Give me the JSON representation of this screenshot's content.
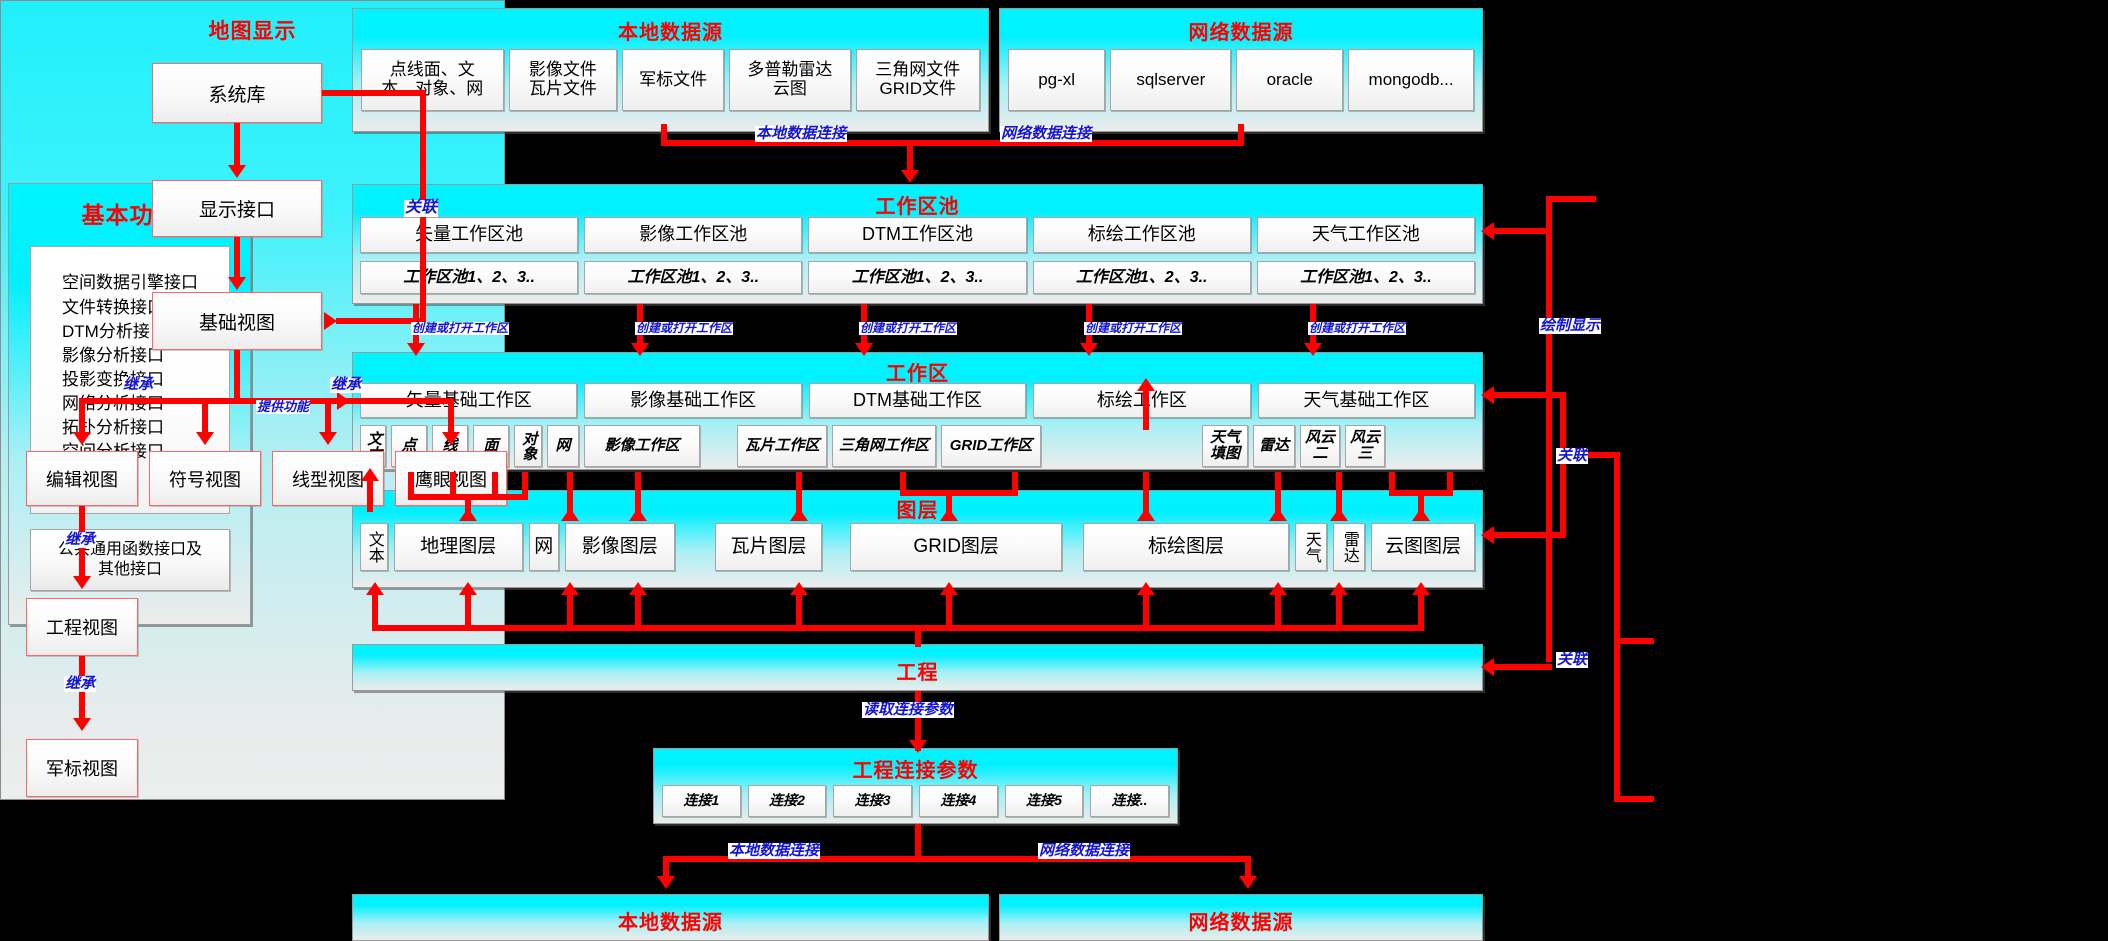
{
  "basic_functions": {
    "title": "基本功能",
    "interfaces": [
      "空间数据引擎接口",
      "文件转换接口",
      "DTM分析接口",
      "影像分析接口",
      "投影变换接口",
      "网络分析接口",
      "拓扑分析接口",
      "空间分析接口",
      "…………"
    ],
    "interfaces_text": "空间数据引擎接口\n文件转换接口\nDTM分析接口\n影像分析接口\n投影变换接口\n网络分析接口\n拓扑分析接口\n空间分析接口\n…………",
    "common_box": "公共通用函数接口及\n其他接口"
  },
  "local_source_top": {
    "title": "本地数据源",
    "items": [
      "点线面、文\n本、对象、网",
      "影像文件\n瓦片文件",
      "军标文件",
      "多普勒雷达\n云图",
      "三角网文件\nGRID文件"
    ]
  },
  "network_source_top": {
    "title": "网络数据源",
    "items": [
      "pg-xl",
      "sqlserver",
      "oracle",
      "mongodb..."
    ]
  },
  "workspace_pool": {
    "title": "工作区池",
    "pools": [
      "矢量工作区池",
      "影像工作区池",
      "DTM工作区池",
      "标绘工作区池",
      "天气工作区池"
    ],
    "instances": [
      "工作区池1、2、3..",
      "工作区池1、2、3..",
      "工作区池1、2、3..",
      "工作区池1、2、3..",
      "工作区池1、2、3.."
    ]
  },
  "workspace": {
    "title": "工作区",
    "bases": [
      "矢量基础工作区",
      "影像基础工作区",
      "DTM基础工作区",
      "标绘工作区",
      "天气基础工作区"
    ],
    "subs": [
      "文本",
      "点",
      "线",
      "面",
      "对象",
      "网",
      "影像工作区",
      "瓦片工作区",
      "三角网工作区",
      "GRID工作区",
      "天气\n填图",
      "雷达",
      "风云\n二",
      "风云\n三"
    ]
  },
  "layers": {
    "title": "图层",
    "items": [
      "文本",
      "地理图层",
      "网",
      "影像图层",
      "瓦片图层",
      "GRID图层",
      "标绘图层",
      "天气",
      "雷达",
      "云图图层"
    ]
  },
  "project": {
    "title": "工程"
  },
  "conn_params": {
    "title": "工程连接参数",
    "items": [
      "连接1",
      "连接2",
      "连接3",
      "连接4",
      "连接5",
      "连接.."
    ]
  },
  "local_source_bottom": {
    "title": "本地数据源"
  },
  "network_source_bottom": {
    "title": "网络数据源"
  },
  "map_display": {
    "title": "地图显示",
    "nodes": {
      "system_lib": "系统库",
      "display_interface": "显示接口",
      "base_view": "基础视图",
      "edit_view": "编辑视图",
      "symbol_view": "符号视图",
      "linetype_view": "线型视图",
      "eagle_view": "鹰眼视图",
      "project_view": "工程视图",
      "milmark_view": "军标视图"
    }
  },
  "edge_labels": {
    "local_data_connection": "本地数据连接",
    "network_data_connection": "网络数据连接",
    "provide_function": "提供功能",
    "create_or_open_workspace": "创建或打开工作区",
    "draw_display": "绘制显示",
    "association": "关联",
    "inheritance": "继承",
    "read_conn_params": "读取连接参数"
  },
  "colors": {
    "arrow_red": "#ff0000",
    "title_red": "#ff0000",
    "label_blue": "#1414d2",
    "panel_cyan": "#00f0ff"
  }
}
